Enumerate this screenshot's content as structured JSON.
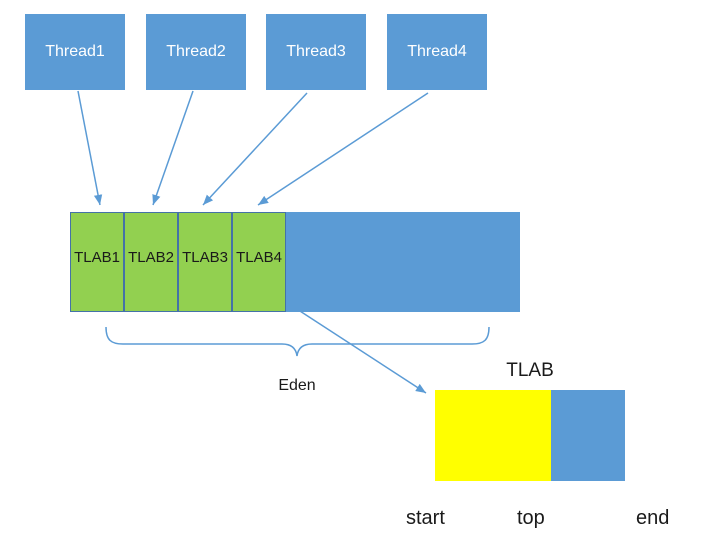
{
  "threads": [
    {
      "label": "Thread1"
    },
    {
      "label": "Thread2"
    },
    {
      "label": "Thread3"
    },
    {
      "label": "Thread4"
    }
  ],
  "eden": {
    "label": "Eden",
    "tlabs": [
      {
        "label": "TLAB1"
      },
      {
        "label": "TLAB2"
      },
      {
        "label": "TLAB3"
      },
      {
        "label": "TLAB4"
      }
    ]
  },
  "tlab_detail": {
    "title": "TLAB",
    "pointers": [
      "start",
      "top",
      "end"
    ]
  },
  "colors": {
    "thread_box": "#5B9BD5",
    "tlab_green": "#92D050",
    "eden_blue": "#5B9BD5",
    "tlab_used_yellow": "#FFFF00",
    "tlab_free_blue": "#5B9BD5",
    "arrow": "#5B9BD5",
    "cell_border": "#4472A8",
    "text_dark": "#1a1a1a",
    "text_light": "#FFFFFF"
  }
}
